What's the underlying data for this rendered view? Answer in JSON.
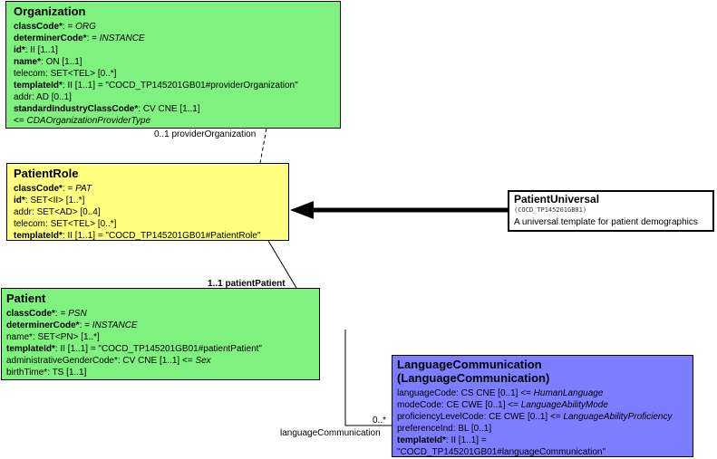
{
  "organization": {
    "title": "Organization",
    "lines": [
      {
        "b": "classCode*",
        "t": ": = ",
        "i": "ORG"
      },
      {
        "b": "determinerCode*",
        "t": ": = ",
        "i": "INSTANCE"
      },
      {
        "b": "id*",
        "t": ": II [1..1]",
        "i": ""
      },
      {
        "b": "name*",
        "t": ": ON [1..1]",
        "i": ""
      },
      {
        "b": "",
        "t": "telecom: SET<TEL> [0..*]",
        "i": ""
      },
      {
        "b": "templateId*",
        "t": ": II [1..1] = \"COCD_TP145201GB01#providerOrganization\"",
        "i": ""
      },
      {
        "b": "",
        "t": "addr: AD [0..1]",
        "i": ""
      },
      {
        "b": "standardIndustryClassCode*",
        "t": ": CV CNE [1..1]",
        "i": ""
      },
      {
        "b": "",
        "t": " <= ",
        "i": "CDAOrganizationProviderType"
      }
    ]
  },
  "patient_role": {
    "title": "PatientRole",
    "lines": [
      {
        "b": "classCode*",
        "t": ": = ",
        "i": "PAT"
      },
      {
        "b": "id*",
        "t": ": SET<II> [1..*]",
        "i": ""
      },
      {
        "b": "",
        "t": "addr: SET<AD> [0..4]",
        "i": ""
      },
      {
        "b": "",
        "t": "telecom: SET<TEL> [0..*]",
        "i": ""
      },
      {
        "b": "templateId*",
        "t": ": II [1..1] = \"COCD_TP145201GB01#PatientRole\"",
        "i": ""
      }
    ]
  },
  "patient_universal": {
    "title": "PatientUniversal",
    "code": "(COCD_TP145201GB01)",
    "description": "A universal template for patient demographics"
  },
  "patient": {
    "title": "Patient",
    "lines": [
      {
        "b": "classCode*",
        "t": ": = ",
        "i": "PSN"
      },
      {
        "b": "determinerCode*",
        "t": ": = ",
        "i": "INSTANCE"
      },
      {
        "b": "",
        "t": "name*: SET<PN> [1..*]",
        "i": ""
      },
      {
        "b": "templateId*",
        "t": ": II [1..1] = \"COCD_TP145201GB01#patientPatient\"",
        "i": ""
      },
      {
        "b": "",
        "t": "administrativeGenderCode*: CV CNE [1..1] <= ",
        "i": "Sex"
      },
      {
        "b": "",
        "t": "birthTime*: TS [1..1]",
        "i": ""
      }
    ]
  },
  "language_communication": {
    "title_line1": "LanguageCommunication",
    "title_line2": "(LanguageCommunication)",
    "lines": [
      {
        "b": "",
        "t": "languageCode: CS CNE [0..1] <= ",
        "i": "HumanLanguage"
      },
      {
        "b": "",
        "t": "modeCode: CE CWE [0..1] <= ",
        "i": "LanguageAbilityMode"
      },
      {
        "b": "",
        "t": "proficiencyLevelCode: CE CWE [0..1] <= ",
        "i": "LanguageAbilityProficiency"
      },
      {
        "b": "",
        "t": "preferenceInd: BL [0..1]",
        "i": ""
      },
      {
        "b": "templateId*",
        "t": ": II [1..1] =",
        "i": ""
      },
      {
        "b": "",
        "t": "\"COCD_TP145201GB01#languageCommunication\"",
        "i": ""
      }
    ]
  },
  "associations": {
    "provider_organization": "0..1 providerOrganization",
    "patient_patient": "1..1 patientPatient",
    "language_multiplicity": "0..*",
    "language_communication": "languageCommunication"
  },
  "colors": {
    "green": "#7EF17E",
    "yellow": "#FFFF80",
    "blue": "#7D7DFF",
    "white": "#FFFFFF"
  }
}
